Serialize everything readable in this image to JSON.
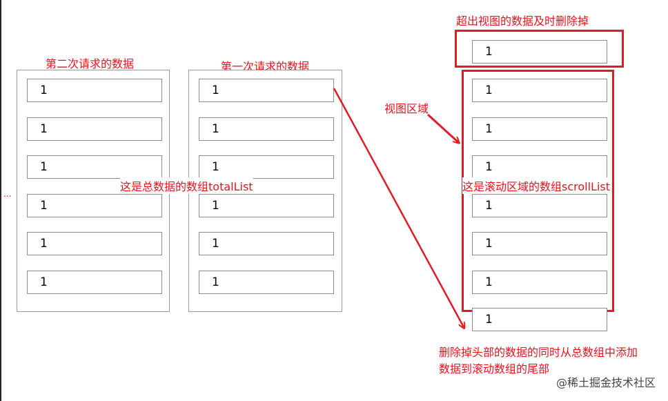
{
  "labels": {
    "second_request": "第二次请求的数据",
    "first_request": "第一次请求的数据",
    "total_list": "这是总数据的数组totalList",
    "scroll_list": "这是滚动区域的数组scrollList",
    "view_area": "视图区域",
    "delete_outside": "超出视图的数据及时删除掉",
    "note_line1": "删除掉头部的数据的同时从总数组中添加",
    "note_line2": "数据到滚动数组的尾部",
    "ellipsis": "...",
    "watermark": "@稀土掘金技术社区"
  },
  "item_value": "1",
  "colors": {
    "accent": "#e01b24",
    "box_border": "#8c8c8c"
  }
}
